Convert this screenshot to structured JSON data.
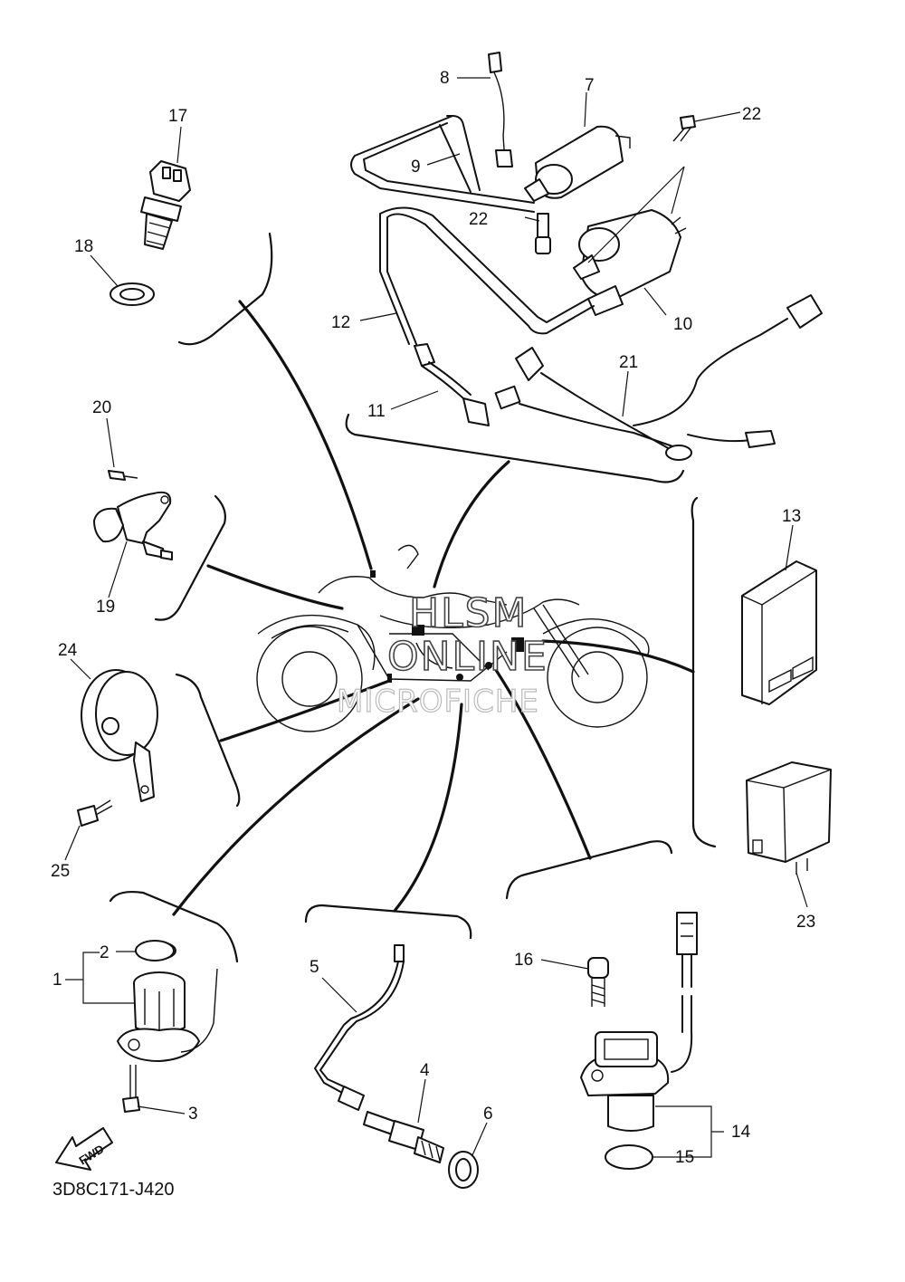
{
  "diagram": {
    "code": "3D8C171-J420",
    "fwd_label": "FWD",
    "watermark": [
      "HLSM",
      "ONLINE",
      "MICROFICHE"
    ],
    "callouts": {
      "c1": "1",
      "c2": "2",
      "c3": "3",
      "c4": "4",
      "c5": "5",
      "c6": "6",
      "c7": "7",
      "c8": "8",
      "c9": "9",
      "c10": "10",
      "c11": "11",
      "c12": "12",
      "c13": "13",
      "c14": "14",
      "c15": "15",
      "c16": "16",
      "c17": "17",
      "c18": "18",
      "c19": "19",
      "c20": "20",
      "c21": "21",
      "c22a": "22",
      "c22b": "22",
      "c23": "23",
      "c24": "24",
      "c25": "25"
    }
  }
}
